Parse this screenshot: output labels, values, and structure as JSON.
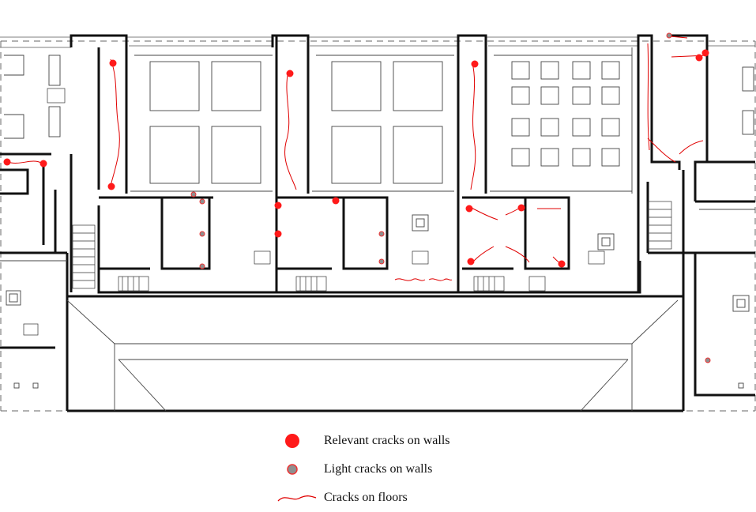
{
  "legend": {
    "relevant": {
      "label": "Relevant cracks on walls",
      "color": "#ff1a1a"
    },
    "light": {
      "label": "Light cracks on walls",
      "color": "#8f8f8f",
      "stroke": "#e33"
    },
    "floor": {
      "label": "Cracks on floors",
      "color": "#e00000"
    }
  },
  "colors": {
    "walls": "#111111",
    "thin_lines": "#555555",
    "dashed_border": "#555555"
  }
}
